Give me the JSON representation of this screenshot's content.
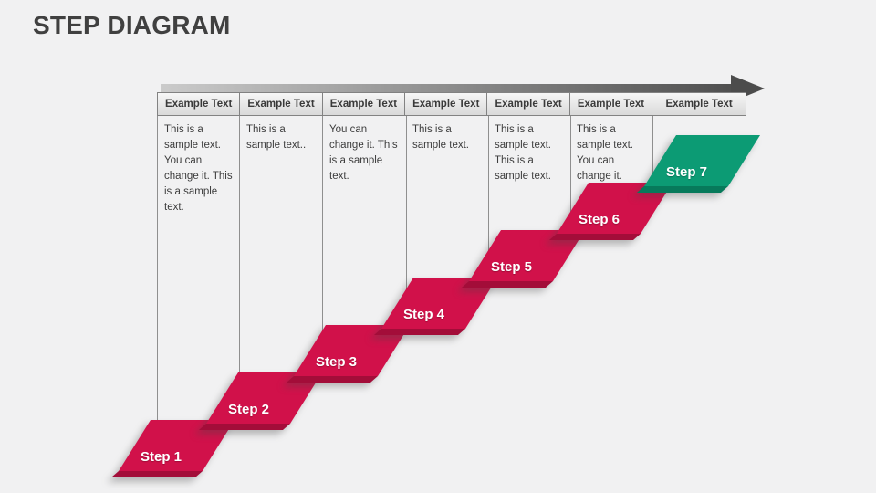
{
  "slide": {
    "title": "STEP DIAGRAM"
  },
  "table": {
    "columns": [
      {
        "header": "Example Text",
        "body": "This is a sample text. You can change it. This is a sample text."
      },
      {
        "header": "Example Text",
        "body": "This is a sample text.."
      },
      {
        "header": "Example Text",
        "body": "You can change it. This is a sample text."
      },
      {
        "header": "Example Text",
        "body": "This is a sample text."
      },
      {
        "header": "Example Text",
        "body": "This is a sample text. This is a sample text."
      },
      {
        "header": "Example Text",
        "body": "This is a sample text. You can change it."
      },
      {
        "header": "Example Text",
        "body": ""
      }
    ]
  },
  "steps": [
    {
      "label": "Step 1",
      "face": "#d1114a",
      "edge": "#a30d39"
    },
    {
      "label": "Step 2",
      "face": "#d1114a",
      "edge": "#a30d39"
    },
    {
      "label": "Step 3",
      "face": "#d1114a",
      "edge": "#a30d39"
    },
    {
      "label": "Step 4",
      "face": "#d1114a",
      "edge": "#a30d39"
    },
    {
      "label": "Step 5",
      "face": "#d1114a",
      "edge": "#a30d39"
    },
    {
      "label": "Step 6",
      "face": "#d1114a",
      "edge": "#a30d39"
    },
    {
      "label": "Step 7",
      "face": "#0c9b74",
      "edge": "#077a5b"
    }
  ],
  "arrow": {
    "shaft_start": "#cbcbcb",
    "shaft_end": "#4f4f4f",
    "head": "#4c4c4c"
  }
}
